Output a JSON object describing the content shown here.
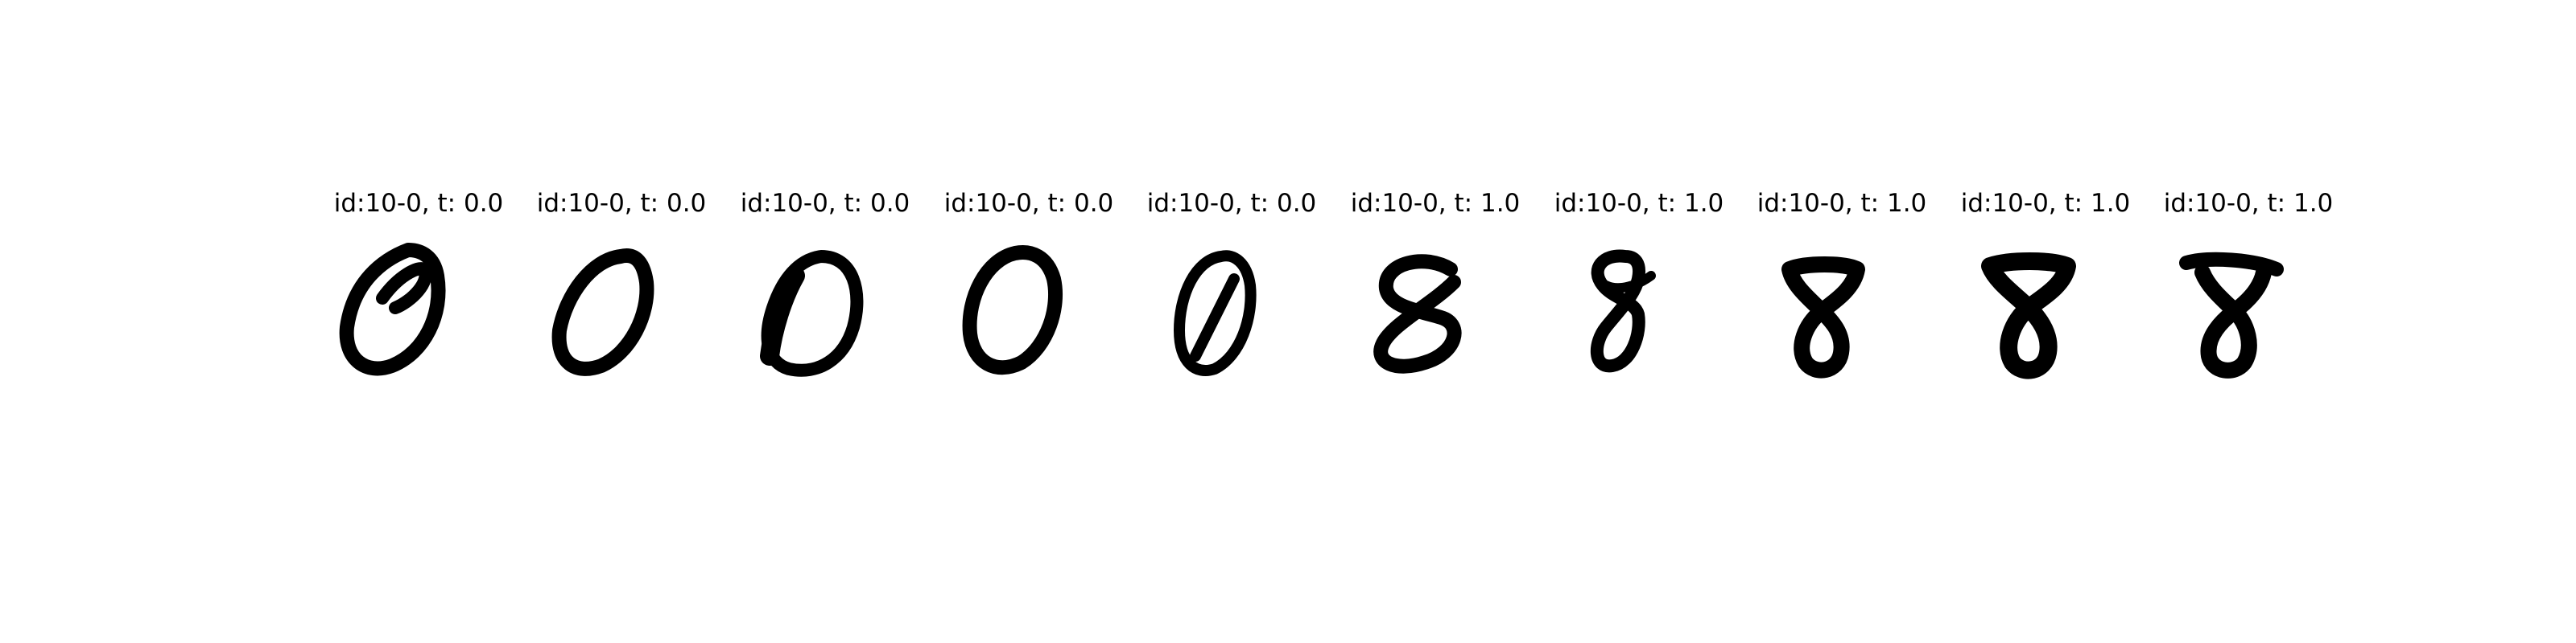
{
  "panels": [
    {
      "title": "id:10-0, t: 0.0",
      "digit": "0"
    },
    {
      "title": "id:10-0, t: 0.0",
      "digit": "0"
    },
    {
      "title": "id:10-0, t: 0.0",
      "digit": "0"
    },
    {
      "title": "id:10-0, t: 0.0",
      "digit": "0"
    },
    {
      "title": "id:10-0, t: 0.0",
      "digit": "0"
    },
    {
      "title": "id:10-0, t: 1.0",
      "digit": "8"
    },
    {
      "title": "id:10-0, t: 1.0",
      "digit": "8"
    },
    {
      "title": "id:10-0, t: 1.0",
      "digit": "8"
    },
    {
      "title": "id:10-0, t: 1.0",
      "digit": "8"
    },
    {
      "title": "id:10-0, t: 1.0",
      "digit": "8"
    }
  ]
}
